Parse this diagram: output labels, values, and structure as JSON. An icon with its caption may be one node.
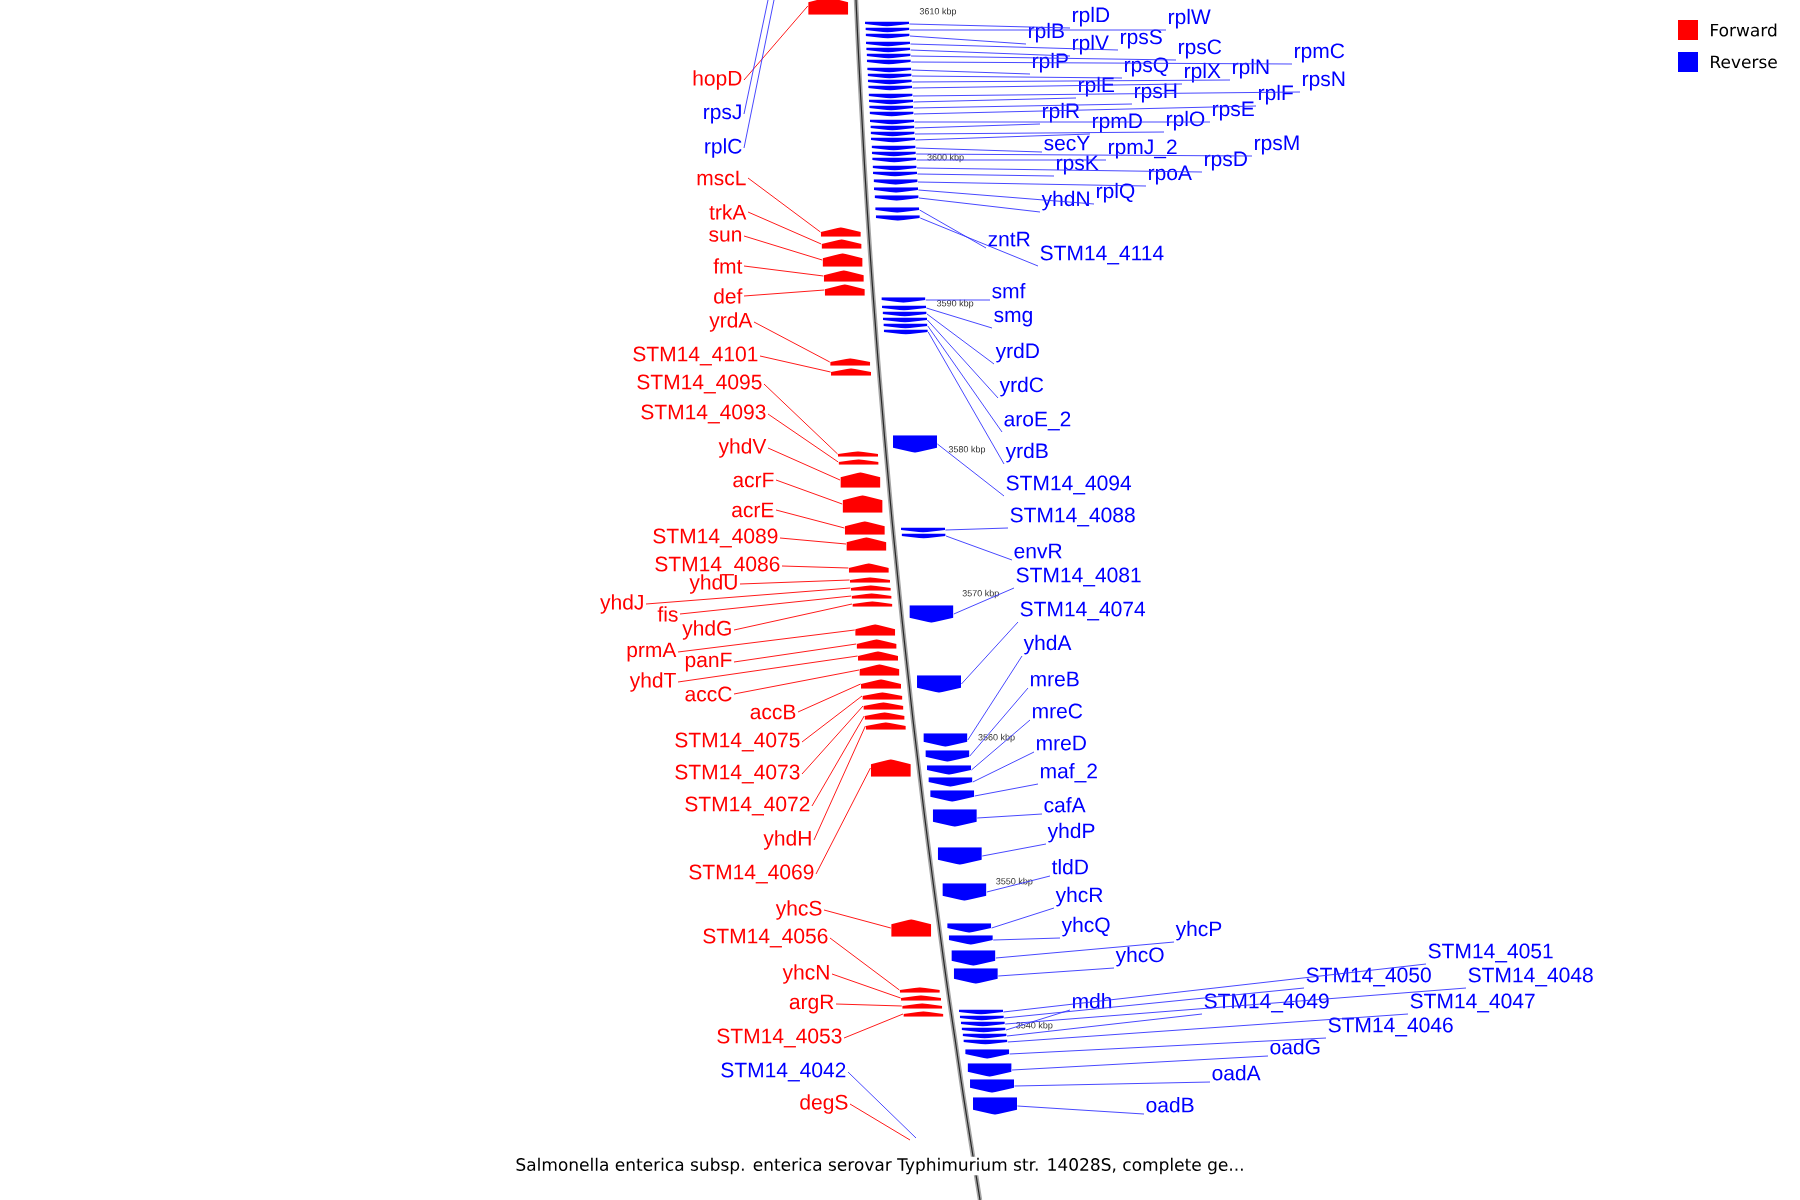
{
  "diagram": {
    "caption": "Salmonella enterica subsp. enterica serovar Typhimurium str. 14028S, complete ge...",
    "nodes": [
      {
        "text": [
          "hopD"
        ]
      },
      {
        "text": [
          "rpsJ"
        ]
      },
      {
        "text": [
          "rplC"
        ]
      },
      {
        "text": [
          "mscL"
        ]
      },
      {
        "text": [
          "trkA"
        ]
      },
      {
        "text": [
          "sun"
        ]
      },
      {
        "text": [
          "fmt"
        ]
      },
      {
        "text": [
          "def"
        ]
      },
      {
        "text": [
          "yrdA"
        ]
      },
      {
        "text": [
          "STM14_4101"
        ]
      },
      {
        "text": [
          "STM14_4095"
        ]
      },
      {
        "text": [
          "STM14_4093"
        ]
      },
      {
        "text": [
          "yhdV"
        ]
      },
      {
        "text": [
          "acrF"
        ]
      },
      {
        "text": [
          "acrE"
        ]
      },
      {
        "text": [
          "STM14_4089"
        ]
      },
      {
        "text": [
          "STM14_4086"
        ]
      },
      {
        "text": [
          "yhdU"
        ]
      },
      {
        "text": [
          "yhdJ"
        ]
      },
      {
        "text": [
          "fis"
        ]
      },
      {
        "text": [
          "yhdG"
        ]
      },
      {
        "text": [
          "prmA"
        ]
      },
      {
        "text": [
          "panF"
        ]
      },
      {
        "text": [
          "yhdT"
        ]
      },
      {
        "text": [
          "accC"
        ]
      },
      {
        "text": [
          "accB"
        ]
      },
      {
        "text": [
          "STM14_4075"
        ]
      },
      {
        "text": [
          "STM14_4073"
        ]
      },
      {
        "text": [
          "STM14_4072"
        ]
      },
      {
        "text": [
          "yhdH"
        ]
      },
      {
        "text": [
          "STM14_4069"
        ]
      },
      {
        "text": [
          "yhcS"
        ]
      },
      {
        "text": [
          "STM14_4056"
        ]
      },
      {
        "text": [
          "yhcN"
        ]
      },
      {
        "text": [
          "argR"
        ]
      },
      {
        "text": [
          "STM14_4053"
        ]
      },
      {
        "text": [
          "STM14_4042"
        ]
      },
      {
        "text": [
          "degS"
        ]
      },
      {
        "text": [
          "rplD"
        ]
      },
      {
        "text": [
          "rplW"
        ]
      },
      {
        "text": [
          "rplB"
        ]
      },
      {
        "text": [
          "rpsS"
        ]
      },
      {
        "text": [
          "rplV"
        ]
      },
      {
        "text": [
          "rpsC"
        ]
      },
      {
        "text": [
          "rpmC"
        ]
      },
      {
        "text": [
          "rplP"
        ]
      },
      {
        "text": [
          "rpsQ"
        ]
      },
      {
        "text": [
          "rplN"
        ]
      },
      {
        "text": [
          "rplX"
        ]
      },
      {
        "text": [
          "rpsN"
        ]
      },
      {
        "text": [
          "rplE"
        ]
      },
      {
        "text": [
          "rpsH"
        ]
      },
      {
        "text": [
          "rplF"
        ]
      },
      {
        "text": [
          "rpsE"
        ]
      },
      {
        "text": [
          "rplR"
        ]
      },
      {
        "text": [
          "rplO"
        ]
      },
      {
        "text": [
          "rpmD"
        ]
      },
      {
        "text": [
          "secY"
        ]
      },
      {
        "text": [
          "rpsM"
        ]
      },
      {
        "text": [
          "rpmJ_2"
        ]
      },
      {
        "text": [
          "rpsD"
        ]
      },
      {
        "text": [
          "rpsK"
        ]
      },
      {
        "text": [
          "rpoA"
        ]
      },
      {
        "text": [
          "rplQ"
        ]
      },
      {
        "text": [
          "yhdN"
        ]
      },
      {
        "text": [
          "zntR"
        ]
      },
      {
        "text": [
          "STM14_4114"
        ]
      },
      {
        "text": [
          "smf"
        ]
      },
      {
        "text": [
          "smg"
        ]
      },
      {
        "text": [
          "yrdD"
        ]
      },
      {
        "text": [
          "yrdC"
        ]
      },
      {
        "text": [
          "aroE_2"
        ]
      },
      {
        "text": [
          "yrdB"
        ]
      },
      {
        "text": [
          "STM14_4094"
        ]
      },
      {
        "text": [
          "STM14_4088"
        ]
      },
      {
        "text": [
          "envR"
        ]
      },
      {
        "text": [
          "STM14_4081"
        ]
      },
      {
        "text": [
          "STM14_4074"
        ]
      },
      {
        "text": [
          "yhdA"
        ]
      },
      {
        "text": [
          "mreB"
        ]
      },
      {
        "text": [
          "mreC"
        ]
      },
      {
        "text": [
          "mreD"
        ]
      },
      {
        "text": [
          "maf_2"
        ]
      },
      {
        "text": [
          "cafA"
        ]
      },
      {
        "text": [
          "yhdP"
        ]
      },
      {
        "text": [
          "tldD"
        ]
      },
      {
        "text": [
          "yhcR"
        ]
      },
      {
        "text": [
          "yhcQ"
        ]
      },
      {
        "text": [
          "yhcP"
        ]
      },
      {
        "text": [
          "yhcO"
        ]
      },
      {
        "text": [
          "STM14_4051"
        ]
      },
      {
        "text": [
          "STM14_4050"
        ]
      },
      {
        "text": [
          "STM14_4048"
        ]
      },
      {
        "text": [
          "mdh"
        ]
      },
      {
        "text": [
          "STM14_4049"
        ]
      },
      {
        "text": [
          "STM14_4047"
        ]
      },
      {
        "text": [
          "STM14_4046"
        ]
      },
      {
        "text": [
          "oadG"
        ]
      },
      {
        "text": [
          "oadA"
        ]
      },
      {
        "text": [
          "oadB"
        ]
      },
      {
        "text": [],
        "shape": "arrow"
      },
      {
        "text": [],
        "shape": "arrow"
      },
      {
        "text": [],
        "shape": "arrow"
      },
      {
        "text": [],
        "shape": "arrow"
      },
      {
        "text": [],
        "shape": "arrow"
      },
      {
        "text": [],
        "shape": "arrow"
      },
      {
        "text": [],
        "shape": "arrow"
      },
      {
        "text": [],
        "shape": "arrow"
      },
      {
        "text": [],
        "shape": "arrow"
      },
      {
        "text": [],
        "shape": "arrow"
      },
      {
        "text": [],
        "shape": "arrow"
      },
      {
        "text": [],
        "shape": "arrow"
      },
      {
        "text": [],
        "shape": "arrow"
      },
      {
        "text": [],
        "shape": "arrow"
      },
      {
        "text": [],
        "shape": "arrow"
      },
      {
        "text": [],
        "shape": "arrow"
      },
      {
        "text": [],
        "shape": "arrow"
      },
      {
        "text": [],
        "shape": "arrow"
      },
      {
        "text": [],
        "shape": "arrow"
      },
      {
        "text": [],
        "shape": "arrow"
      },
      {
        "text": [],
        "shape": "arrow"
      },
      {
        "text": [],
        "shape": "arrow"
      },
      {
        "text": [],
        "shape": "arrow"
      },
      {
        "text": [],
        "shape": "arrow"
      },
      {
        "text": [],
        "shape": "arrow"
      },
      {
        "text": [],
        "shape": "arrow"
      },
      {
        "text": [],
        "shape": "arrow"
      },
      {
        "text": [],
        "shape": "arrow"
      },
      {
        "text": [],
        "shape": "arrow"
      },
      {
        "text": [],
        "shape": "arrow"
      },
      {
        "text": [],
        "shape": "arrow"
      },
      {
        "text": [],
        "shape": "arrow"
      },
      {
        "text": [],
        "shape": "arrow"
      },
      {
        "text": [],
        "shape": "arrow"
      },
      {
        "text": [],
        "shape": "arrow"
      },
      {
        "text": [],
        "shape": "arrow"
      },
      {
        "text": [],
        "shape": "arrow"
      },
      {
        "text": [],
        "shape": "arrow"
      },
      {
        "text": [],
        "shape": "arrow"
      },
      {
        "text": [],
        "shape": "arrow"
      },
      {
        "text": [],
        "shape": "arrow"
      },
      {
        "text": [],
        "shape": "arrow"
      },
      {
        "text": [],
        "shape": "arrow"
      },
      {
        "text": [],
        "shape": "arrow"
      },
      {
        "text": [],
        "shape": "arrow"
      },
      {
        "text": [],
        "shape": "arrow"
      },
      {
        "text": [],
        "shape": "arrow"
      },
      {
        "text": [],
        "shape": "arrow"
      },
      {
        "text": [],
        "shape": "arrow"
      },
      {
        "text": [],
        "shape": "arrow"
      },
      {
        "text": [],
        "shape": "arrow"
      },
      {
        "text": [],
        "shape": "arrow"
      },
      {
        "text": [],
        "shape": "arrow"
      },
      {
        "text": [],
        "shape": "arrow"
      },
      {
        "text": [],
        "shape": "arrow"
      },
      {
        "text": [],
        "shape": "arrow"
      },
      {
        "text": [],
        "shape": "arrow"
      },
      {
        "text": [],
        "shape": "arrow"
      },
      {
        "text": [],
        "shape": "arrow"
      },
      {
        "text": [],
        "shape": "arrow"
      },
      {
        "text": [],
        "shape": "arrow"
      },
      {
        "text": [],
        "shape": "arrow"
      },
      {
        "text": [],
        "shape": "arrow"
      },
      {
        "text": [],
        "shape": "arrow"
      },
      {
        "text": [],
        "shape": "arrow"
      },
      {
        "text": [],
        "shape": "arrow"
      },
      {
        "text": [],
        "shape": "arrow"
      },
      {
        "text": [],
        "shape": "arrow"
      },
      {
        "text": [],
        "shape": "arrow"
      },
      {
        "text": [],
        "shape": "arrow"
      },
      {
        "text": [],
        "shape": "arrow"
      },
      {
        "text": [],
        "shape": "arrow"
      },
      {
        "text": [],
        "shape": "arrow"
      },
      {
        "text": [],
        "shape": "arrow"
      },
      {
        "text": [],
        "shape": "arrow"
      },
      {
        "text": [],
        "shape": "arrow"
      },
      {
        "text": [],
        "shape": "arrow"
      },
      {
        "text": [],
        "shape": "arrow"
      },
      {
        "text": [],
        "shape": "arrow"
      },
      {
        "text": [],
        "shape": "arrow"
      },
      {
        "text": [],
        "shape": "arrow"
      },
      {
        "text": [],
        "shape": "arrow"
      },
      {
        "text": [],
        "shape": "arrow"
      },
      {
        "text": [],
        "shape": "arrow"
      },
      {
        "text": [],
        "shape": "arrow"
      },
      {
        "text": [],
        "shape": "arrow"
      },
      {
        "text": [],
        "shape": "arrow"
      },
      {
        "text": [],
        "shape": "arrow"
      },
      {
        "text": [],
        "shape": "arrow"
      },
      {
        "text": [],
        "shape": "arrow"
      },
      {
        "text": [],
        "shape": "arrow"
      },
      {
        "text": [],
        "shape": "arrow"
      },
      {
        "text": [],
        "shape": "arrow"
      },
      {
        "text": [],
        "shape": "arrow"
      },
      {
        "text": [],
        "shape": "arrow"
      },
      {
        "text": [],
        "shape": "arrow"
      }
    ],
    "edges": [
      {
        "from": 0,
        "to": 100,
        "arrow": "none",
        "color": "#ff0000"
      },
      {
        "from": 1,
        "to": null,
        "arrow": "none"
      },
      {
        "from": 2,
        "to": null,
        "arrow": "none"
      },
      {
        "from": 3,
        "to": 101,
        "arrow": "none",
        "color": "#ff0000"
      },
      {
        "from": 4,
        "to": 102,
        "arrow": "none",
        "color": "#ff0000"
      },
      {
        "from": 5,
        "to": 103,
        "arrow": "none",
        "color": "#ff0000"
      },
      {
        "from": 6,
        "to": 104,
        "arrow": "none",
        "color": "#ff0000"
      },
      {
        "from": 7,
        "to": 105,
        "arrow": "none",
        "color": "#ff0000"
      },
      {
        "from": 8,
        "to": 106,
        "arrow": "none",
        "color": "#ff0000"
      },
      {
        "from": 9,
        "to": 107,
        "arrow": "none",
        "color": "#ff0000"
      },
      {
        "from": 10,
        "to": 108,
        "arrow": "none",
        "color": "#ff0000"
      },
      {
        "from": 11,
        "to": 109,
        "arrow": "none",
        "color": "#ff0000"
      },
      {
        "from": 12,
        "to": 110,
        "arrow": "none",
        "color": "#ff0000"
      },
      {
        "from": 13,
        "to": 111,
        "arrow": "none",
        "color": "#ff0000"
      },
      {
        "from": 14,
        "to": 112,
        "arrow": "none",
        "color": "#ff0000"
      },
      {
        "from": 15,
        "to": 113,
        "arrow": "none",
        "color": "#ff0000"
      },
      {
        "from": 16,
        "to": 114,
        "arrow": "none",
        "color": "#ff0000"
      },
      {
        "from": 17,
        "to": 115,
        "arrow": "none",
        "color": "#ff0000"
      },
      {
        "from": 18,
        "to": 116,
        "arrow": "none",
        "color": "#ff0000"
      },
      {
        "from": 19,
        "to": 117,
        "arrow": "none",
        "color": "#ff0000"
      },
      {
        "from": 20,
        "to": 118,
        "arrow": "none",
        "color": "#ff0000"
      },
      {
        "from": 21,
        "to": 119,
        "arrow": "none",
        "color": "#ff0000"
      },
      {
        "from": 22,
        "to": 120,
        "arrow": "none",
        "color": "#ff0000"
      },
      {
        "from": 23,
        "to": 121,
        "arrow": "none",
        "color": "#ff0000"
      },
      {
        "from": 24,
        "to": 122,
        "arrow": "none",
        "color": "#ff0000"
      },
      {
        "from": 25,
        "to": 123,
        "arrow": "none",
        "color": "#ff0000"
      },
      {
        "from": 26,
        "to": 124,
        "arrow": "none",
        "color": "#ff0000"
      },
      {
        "from": 27,
        "to": 125,
        "arrow": "none",
        "color": "#ff0000"
      },
      {
        "from": 28,
        "to": 126,
        "arrow": "none",
        "color": "#ff0000"
      },
      {
        "from": 29,
        "to": 127,
        "arrow": "none",
        "color": "#ff0000"
      },
      {
        "from": 30,
        "to": 128,
        "arrow": "none",
        "color": "#ff0000"
      },
      {
        "from": 31,
        "to": 129,
        "arrow": "none",
        "color": "#ff0000"
      },
      {
        "from": 32,
        "to": 130,
        "arrow": "none",
        "color": "#ff0000"
      },
      {
        "from": 33,
        "to": 131,
        "arrow": "none",
        "color": "#ff0000"
      },
      {
        "from": 34,
        "to": 132,
        "arrow": "none",
        "color": "#ff0000"
      },
      {
        "from": 35,
        "to": 133,
        "arrow": "none",
        "color": "#ff0000"
      },
      {
        "from": 36,
        "to": null,
        "arrow": "none"
      },
      {
        "from": 37,
        "to": null,
        "arrow": "none",
        "color": "#ff0000"
      },
      {
        "from": 38,
        "to": 134,
        "arrow": "none"
      },
      {
        "from": 39,
        "to": 135,
        "arrow": "none"
      },
      {
        "from": 40,
        "to": 136,
        "arrow": "none"
      },
      {
        "from": 41,
        "to": 137,
        "arrow": "none"
      },
      {
        "from": 42,
        "to": 138,
        "arrow": "none"
      },
      {
        "from": 43,
        "to": 139,
        "arrow": "none"
      },
      {
        "from": 44,
        "to": 140,
        "arrow": "none"
      },
      {
        "from": 45,
        "to": 141,
        "arrow": "none"
      },
      {
        "from": 46,
        "to": 142,
        "arrow": "none"
      },
      {
        "from": 47,
        "to": 143,
        "arrow": "none"
      },
      {
        "from": 48,
        "to": 144,
        "arrow": "none"
      },
      {
        "from": 49,
        "to": 145,
        "arrow": "none"
      },
      {
        "from": 50,
        "to": 146,
        "arrow": "none"
      },
      {
        "from": 51,
        "to": 147,
        "arrow": "none"
      },
      {
        "from": 52,
        "to": 148,
        "arrow": "none"
      },
      {
        "from": 53,
        "to": 149,
        "arrow": "none"
      },
      {
        "from": 54,
        "to": 150,
        "arrow": "none"
      },
      {
        "from": 55,
        "to": 151,
        "arrow": "none"
      },
      {
        "from": 56,
        "to": 152,
        "arrow": "none"
      },
      {
        "from": 57,
        "to": 153,
        "arrow": "none"
      },
      {
        "from": 58,
        "to": 154,
        "arrow": "none"
      },
      {
        "from": 59,
        "to": 155,
        "arrow": "none"
      },
      {
        "from": 60,
        "to": 156,
        "arrow": "none"
      },
      {
        "from": 61,
        "to": 157,
        "arrow": "none"
      },
      {
        "from": 62,
        "to": 158,
        "arrow": "none"
      },
      {
        "from": 63,
        "to": 159,
        "arrow": "none"
      },
      {
        "from": 64,
        "to": 160,
        "arrow": "none"
      },
      {
        "from": 65,
        "to": 161,
        "arrow": "none"
      },
      {
        "from": 66,
        "to": 162,
        "arrow": "none"
      },
      {
        "from": 67,
        "to": 163,
        "arrow": "none"
      },
      {
        "from": 68,
        "to": 164,
        "arrow": "none"
      },
      {
        "from": 69,
        "to": 165,
        "arrow": "none"
      },
      {
        "from": 70,
        "to": 166,
        "arrow": "none"
      },
      {
        "from": 71,
        "to": 167,
        "arrow": "none"
      },
      {
        "from": 72,
        "to": 168,
        "arrow": "none"
      },
      {
        "from": 73,
        "to": 169,
        "arrow": "none"
      },
      {
        "from": 74,
        "to": 170,
        "arrow": "none"
      },
      {
        "from": 75,
        "to": 171,
        "arrow": "none"
      },
      {
        "from": 76,
        "to": 172,
        "arrow": "none"
      },
      {
        "from": 77,
        "to": 173,
        "arrow": "none"
      },
      {
        "from": 78,
        "to": 174,
        "arrow": "none"
      },
      {
        "from": 79,
        "to": 175,
        "arrow": "none"
      },
      {
        "from": 80,
        "to": 176,
        "arrow": "none"
      },
      {
        "from": 81,
        "to": 177,
        "arrow": "none"
      },
      {
        "from": 82,
        "to": 178,
        "arrow": "none"
      },
      {
        "from": 83,
        "to": 179,
        "arrow": "none"
      },
      {
        "from": 84,
        "to": 180,
        "arrow": "none"
      },
      {
        "from": 85,
        "to": 181,
        "arrow": "none"
      },
      {
        "from": 86,
        "to": 182,
        "arrow": "none"
      },
      {
        "from": 87,
        "to": 183,
        "arrow": "none"
      },
      {
        "from": 88,
        "to": 184,
        "arrow": "none"
      },
      {
        "from": 89,
        "to": 185,
        "arrow": "none"
      },
      {
        "from": 90,
        "to": 186,
        "arrow": "none"
      },
      {
        "from": 91,
        "to": 187,
        "arrow": "none"
      },
      {
        "from": 92,
        "to": 188,
        "arrow": "none"
      },
      {
        "from": 93,
        "to": 189,
        "arrow": "none"
      },
      {
        "from": 94,
        "to": 190,
        "arrow": "none"
      },
      {
        "from": 95,
        "to": 191,
        "arrow": "none"
      },
      {
        "from": 96,
        "to": 192,
        "arrow": "none"
      },
      {
        "from": 97,
        "to": 193,
        "arrow": "none"
      },
      {
        "from": 98,
        "to": 194,
        "arrow": "none"
      },
      {
        "from": 99,
        "to": 195,
        "arrow": "none"
      }
    ],
    "labels": [
      "3610 kbp",
      "3600 kbp",
      "3590 kbp",
      "3580 kbp",
      "3570 kbp",
      "3560 kbp",
      "3550 kbp",
      "3540 kbp"
    ],
    "legend": [
      {
        "text": "Forward",
        "color": "#ff0000"
      },
      {
        "text": "Reverse",
        "color": "#0000ff"
      }
    ]
  }
}
